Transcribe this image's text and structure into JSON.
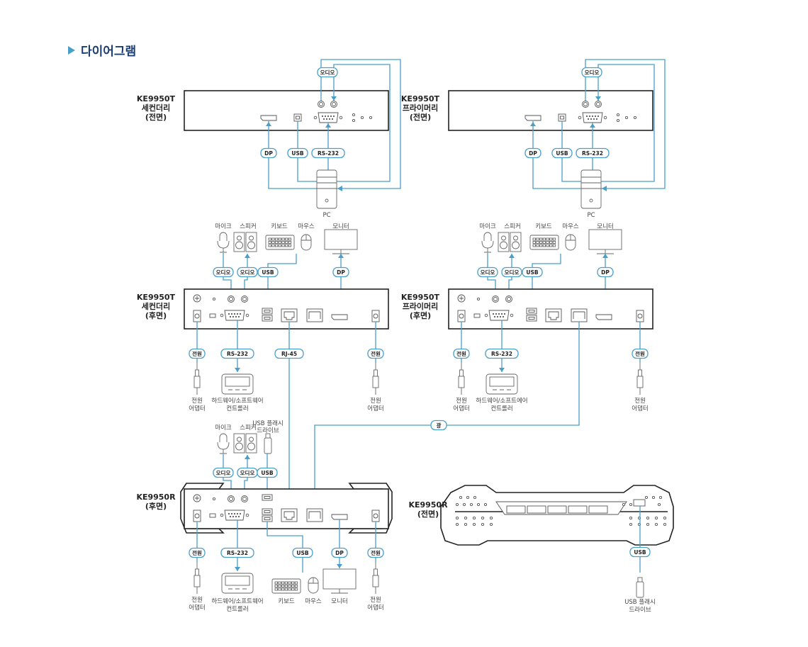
{
  "title": "다이어그램",
  "devices": {
    "secondary_front": [
      "KE9950T",
      "세컨더리",
      "(전면)"
    ],
    "primary_front": [
      "KE9950T",
      "프라이머리",
      "(전면)"
    ],
    "secondary_rear": [
      "KE9950T",
      "세컨더리",
      "(후면)"
    ],
    "primary_rear": [
      "KE9950T",
      "프라이머리",
      "(후면)"
    ],
    "receiver_rear": [
      "KE9950R",
      "(후면)"
    ],
    "receiver_front": [
      "KE9950R",
      "(전면)"
    ]
  },
  "labels": {
    "audio": "오디오",
    "dp": "DP",
    "usb": "USB",
    "rs232": "RS-232",
    "rj45": "RJ-45",
    "power": "전원",
    "fiber": "광",
    "pc": "PC",
    "mic": "마이크",
    "speaker": "스피커",
    "keyboard": "키보드",
    "mouse": "마우스",
    "monitor": "모니터",
    "usb_flash_1": "USB 플래시",
    "usb_flash_2": "드라이브",
    "power_adapter_1": "전원",
    "power_adapter_2": "어댑터",
    "controller_1_secondary": "하드웨어/소프트웨어",
    "controller_1_primary": "하드웨어/소프트에어",
    "controller_2": "컨트롤러"
  }
}
